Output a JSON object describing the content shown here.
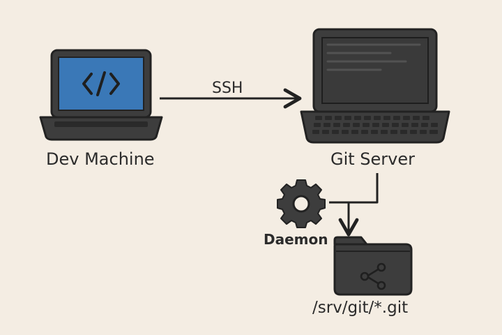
{
  "nodes": {
    "dev_machine": {
      "label": "Dev Machine",
      "screen_glyph": "</>"
    },
    "git_server": {
      "label": "Git Server"
    },
    "daemon": {
      "label": "Daemon"
    },
    "repo_folder": {
      "label": "/srv/git/*.git"
    }
  },
  "edges": {
    "ssh": {
      "label": "SSH"
    }
  },
  "colors": {
    "background": "#f4ede3",
    "device_body": "#3d3d3d",
    "outline": "#222222",
    "dev_screen": "#3a78b7",
    "server_screen": "#3a3a3a"
  },
  "icons": {
    "dev_machine": "laptop-icon",
    "git_server": "laptop-icon",
    "daemon": "gear-icon",
    "repo_folder": "folder-icon",
    "share": "share-icon"
  }
}
